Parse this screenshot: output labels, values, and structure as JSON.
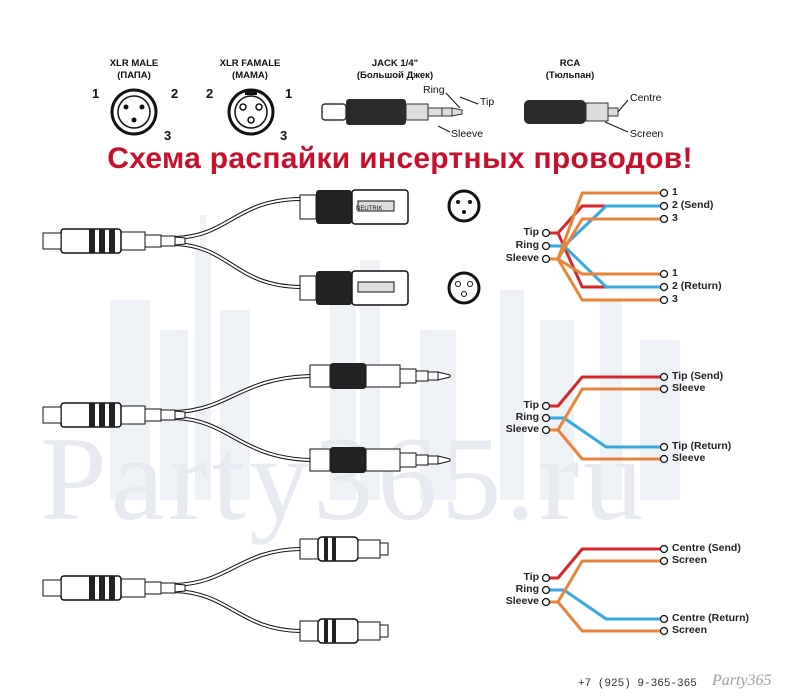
{
  "headers": {
    "xlr_male": {
      "line1": "XLR MALE",
      "line2": "(ПАПА)"
    },
    "xlr_female": {
      "line1": "XLR FAMALE",
      "line2": "(МАМА)"
    },
    "jack": {
      "line1": "JACK 1/4\"",
      "line2": "(Большой Джек)"
    },
    "rca": {
      "line1": "RCA",
      "line2": "(Тюльпан)"
    }
  },
  "xlr_male_pins": {
    "p1": "1",
    "p2": "2",
    "p3": "3"
  },
  "xlr_female_pins": {
    "p1": "1",
    "p2": "2",
    "p3": "3"
  },
  "jack_parts": {
    "tip": "Tip",
    "ring": "Ring",
    "sleeve": "Sleeve"
  },
  "rca_parts": {
    "centre": "Centre",
    "screen": "Screen"
  },
  "title": "Схема распайки инсертных проводов!",
  "wiring": [
    {
      "left": [
        "Tip",
        "Ring",
        "Sleeve"
      ],
      "right": [
        "1",
        "2 (Send)",
        "3",
        "1",
        "2 (Return)",
        "3"
      ]
    },
    {
      "left": [
        "Tip",
        "Ring",
        "Sleeve"
      ],
      "right": [
        "Tip (Send)",
        "Sleeve",
        "Tip (Return)",
        "Sleeve"
      ]
    },
    {
      "left": [
        "Tip",
        "Ring",
        "Sleeve"
      ],
      "right": [
        "Centre (Send)",
        "Screen",
        "Centre (Return)",
        "Screen"
      ]
    }
  ],
  "brand_text": "NEUTRIK",
  "watermark": "Party365.ru",
  "footer": {
    "phone": "+7 (925) 9-365-365",
    "brand": "Party365"
  },
  "colors": {
    "red": "#d7262b",
    "orange": "#e8833a",
    "blue": "#36a9e1",
    "title": "#c8102e"
  }
}
